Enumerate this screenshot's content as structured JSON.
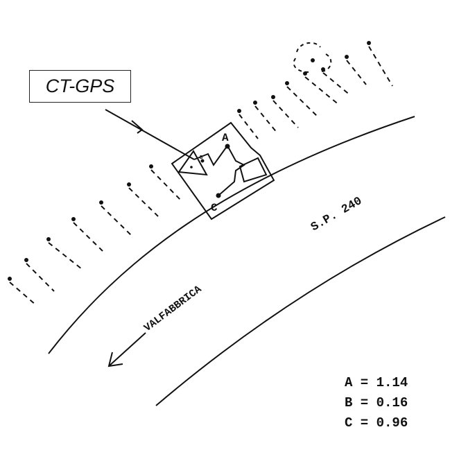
{
  "labels": {
    "instrument": "CT-GPS",
    "road": "S.P. 240",
    "direction": "VALFABBRICA",
    "point_a": "A",
    "point_b": "B",
    "point_c": "C"
  },
  "legend": [
    {
      "key": "A",
      "value": "1.14"
    },
    {
      "key": "B",
      "value": "0.16"
    },
    {
      "key": "C",
      "value": "0.96"
    }
  ]
}
